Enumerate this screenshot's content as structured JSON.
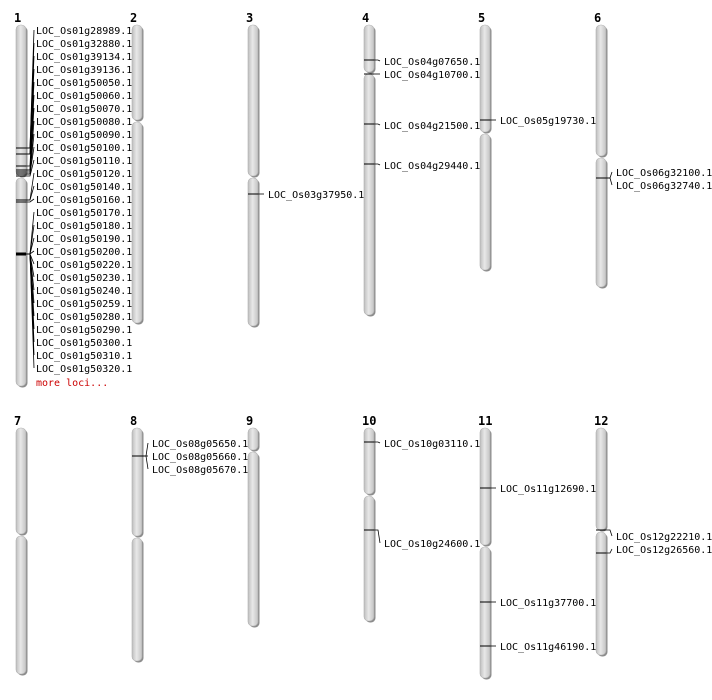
{
  "colors": {
    "more_loci": "#cc0000",
    "chrom_fill": "#d4d4d4",
    "chrom_shadow": "#8c8c8c",
    "line": "#000000"
  },
  "chromosomes": [
    {
      "number": "1",
      "loci": [
        "LOC_Os01g28989.1",
        "LOC_Os01g32880.1",
        "LOC_Os01g39134.1",
        "LOC_Os01g39136.1",
        "LOC_Os01g50050.1",
        "LOC_Os01g50060.1",
        "LOC_Os01g50070.1",
        "LOC_Os01g50080.1",
        "LOC_Os01g50090.1",
        "LOC_Os01g50100.1",
        "LOC_Os01g50110.1",
        "LOC_Os01g50120.1",
        "LOC_Os01g50140.1",
        "LOC_Os01g50160.1",
        "LOC_Os01g50170.1",
        "LOC_Os01g50180.1",
        "LOC_Os01g50190.1",
        "LOC_Os01g50200.1",
        "LOC_Os01g50220.1",
        "LOC_Os01g50230.1",
        "LOC_Os01g50240.1",
        "LOC_Os01g50259.1",
        "LOC_Os01g50280.1",
        "LOC_Os01g50290.1",
        "LOC_Os01g50300.1",
        "LOC_Os01g50310.1",
        "LOC_Os01g50320.1"
      ],
      "more": "more loci..."
    },
    {
      "number": "2",
      "loci": []
    },
    {
      "number": "3",
      "loci": [
        "LOC_Os03g37950.1"
      ]
    },
    {
      "number": "4",
      "loci": [
        "LOC_Os04g07650.1",
        "LOC_Os04g10700.1",
        "LOC_Os04g21500.1",
        "LOC_Os04g29440.1"
      ]
    },
    {
      "number": "5",
      "loci": [
        "LOC_Os05g19730.1"
      ]
    },
    {
      "number": "6",
      "loci": [
        "LOC_Os06g32100.1",
        "LOC_Os06g32740.1"
      ]
    },
    {
      "number": "7",
      "loci": []
    },
    {
      "number": "8",
      "loci": [
        "LOC_Os08g05650.1",
        "LOC_Os08g05660.1",
        "LOC_Os08g05670.1"
      ]
    },
    {
      "number": "9",
      "loci": []
    },
    {
      "number": "10",
      "loci": [
        "LOC_Os10g03110.1",
        "LOC_Os10g24600.1"
      ]
    },
    {
      "number": "11",
      "loci": [
        "LOC_Os11g12690.1",
        "LOC_Os11g37700.1",
        "LOC_Os11g46190.1"
      ]
    },
    {
      "number": "12",
      "loci": [
        "LOC_Os12g22210.1",
        "LOC_Os12g26560.1"
      ]
    }
  ]
}
